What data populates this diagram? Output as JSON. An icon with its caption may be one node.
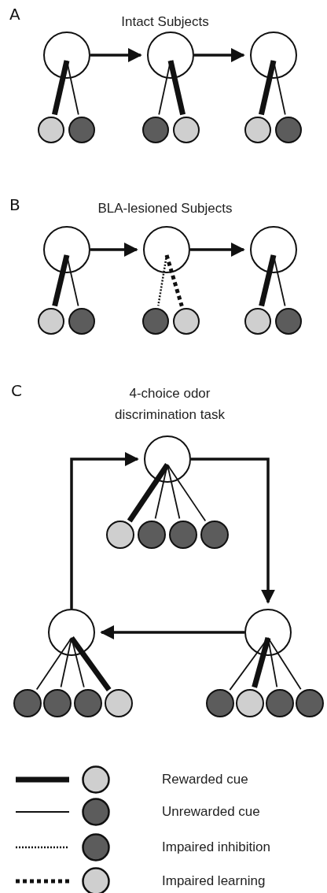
{
  "diagram": {
    "nodes": [
      {
        "text": [],
        "shape": "circle"
      },
      {
        "text": [],
        "shape": "circle"
      },
      {
        "text": [],
        "shape": "circle"
      },
      {
        "text": [],
        "shape": "circle"
      },
      {
        "text": [],
        "shape": "circle"
      },
      {
        "text": [],
        "shape": "circle"
      },
      {
        "text": [],
        "shape": "circle"
      },
      {
        "text": [],
        "shape": "circle"
      },
      {
        "text": [],
        "shape": "circle"
      },
      {
        "text": [],
        "shape": "circle"
      },
      {
        "text": [],
        "shape": "circle"
      },
      {
        "text": [],
        "shape": "circle"
      },
      {
        "text": [],
        "shape": "circle"
      },
      {
        "text": [],
        "shape": "circle"
      },
      {
        "text": [],
        "shape": "circle"
      },
      {
        "text": [],
        "shape": "circle"
      },
      {
        "text": [],
        "shape": "circle"
      },
      {
        "text": [],
        "shape": "circle"
      },
      {
        "text": [],
        "shape": "circle"
      },
      {
        "text": [],
        "shape": "circle"
      },
      {
        "text": [],
        "shape": "circle"
      },
      {
        "text": [],
        "shape": "circle"
      },
      {
        "text": [],
        "shape": "circle"
      },
      {
        "text": [],
        "shape": "circle"
      },
      {
        "text": [],
        "shape": "circle"
      },
      {
        "text": [],
        "shape": "circle"
      },
      {
        "text": [],
        "shape": "circle"
      },
      {
        "text": [],
        "shape": "circle"
      },
      {
        "text": [],
        "shape": "circle"
      },
      {
        "text": [],
        "shape": "circle"
      },
      {
        "text": [],
        "shape": "circle"
      },
      {
        "text": [],
        "shape": "circle"
      },
      {
        "text": [],
        "shape": "circle"
      }
    ],
    "edges": [
      {
        "from": 0,
        "to": 1,
        "arrow": "to"
      },
      {
        "from": 1,
        "to": 2,
        "arrow": "to"
      },
      {
        "from": 0,
        "to": 3,
        "arrow": "none",
        "style": "thick"
      },
      {
        "from": 0,
        "to": 4,
        "arrow": "none"
      },
      {
        "from": 1,
        "to": 5,
        "arrow": "none"
      },
      {
        "from": 1,
        "to": 6,
        "arrow": "none",
        "style": "thick"
      },
      {
        "from": 2,
        "to": 7,
        "arrow": "none",
        "style": "thick"
      },
      {
        "from": 2,
        "to": 8,
        "arrow": "none"
      },
      {
        "from": 9,
        "to": 10,
        "arrow": "to"
      },
      {
        "from": 10,
        "to": 11,
        "arrow": "to"
      },
      {
        "from": 9,
        "to": 12,
        "arrow": "none",
        "style": "thick"
      },
      {
        "from": 9,
        "to": 13,
        "arrow": "none"
      },
      {
        "from": 10,
        "to": 14,
        "arrow": "none",
        "style": "dashed"
      },
      {
        "from": 10,
        "to": 15,
        "arrow": "none",
        "style": "dashed"
      },
      {
        "from": 11,
        "to": 16,
        "arrow": "none",
        "style": "thick"
      },
      {
        "from": 11,
        "to": 17,
        "arrow": "none"
      },
      {
        "from": 18,
        "to": 24,
        "arrow": "to"
      },
      {
        "from": 24,
        "to": 23,
        "arrow": "to"
      },
      {
        "from": 23,
        "to": 18,
        "arrow": "to"
      },
      {
        "from": 18,
        "to": 19,
        "arrow": "none",
        "style": "thick"
      },
      {
        "from": 18,
        "to": 20,
        "arrow": "none"
      },
      {
        "from": 18,
        "to": 21,
        "arrow": "none"
      },
      {
        "from": 18,
        "to": 22,
        "arrow": "none"
      },
      {
        "from": 23,
        "to": 25,
        "arrow": "none"
      },
      {
        "from": 23,
        "to": 26,
        "arrow": "none"
      },
      {
        "from": 23,
        "to": 27,
        "arrow": "none"
      },
      {
        "from": 23,
        "to": 28,
        "arrow": "none",
        "style": "thick"
      },
      {
        "from": 24,
        "to": 29,
        "arrow": "none"
      },
      {
        "from": 24,
        "to": 30,
        "arrow": "none",
        "style": "thick"
      },
      {
        "from": 24,
        "to": 31,
        "arrow": "none"
      },
      {
        "from": 24,
        "to": 32,
        "arrow": "none"
      }
    ],
    "labels": [
      "A",
      "Intact Subjects",
      "B",
      "BLA-lesioned Subjects",
      "C",
      "4-choice odor discrimination task"
    ],
    "legend": [
      {
        "text": "Rewarded cue"
      },
      {
        "text": "Unrewarded cue"
      },
      {
        "text": "Impaired inhibition"
      },
      {
        "text": "Impaired learning"
      }
    ]
  }
}
